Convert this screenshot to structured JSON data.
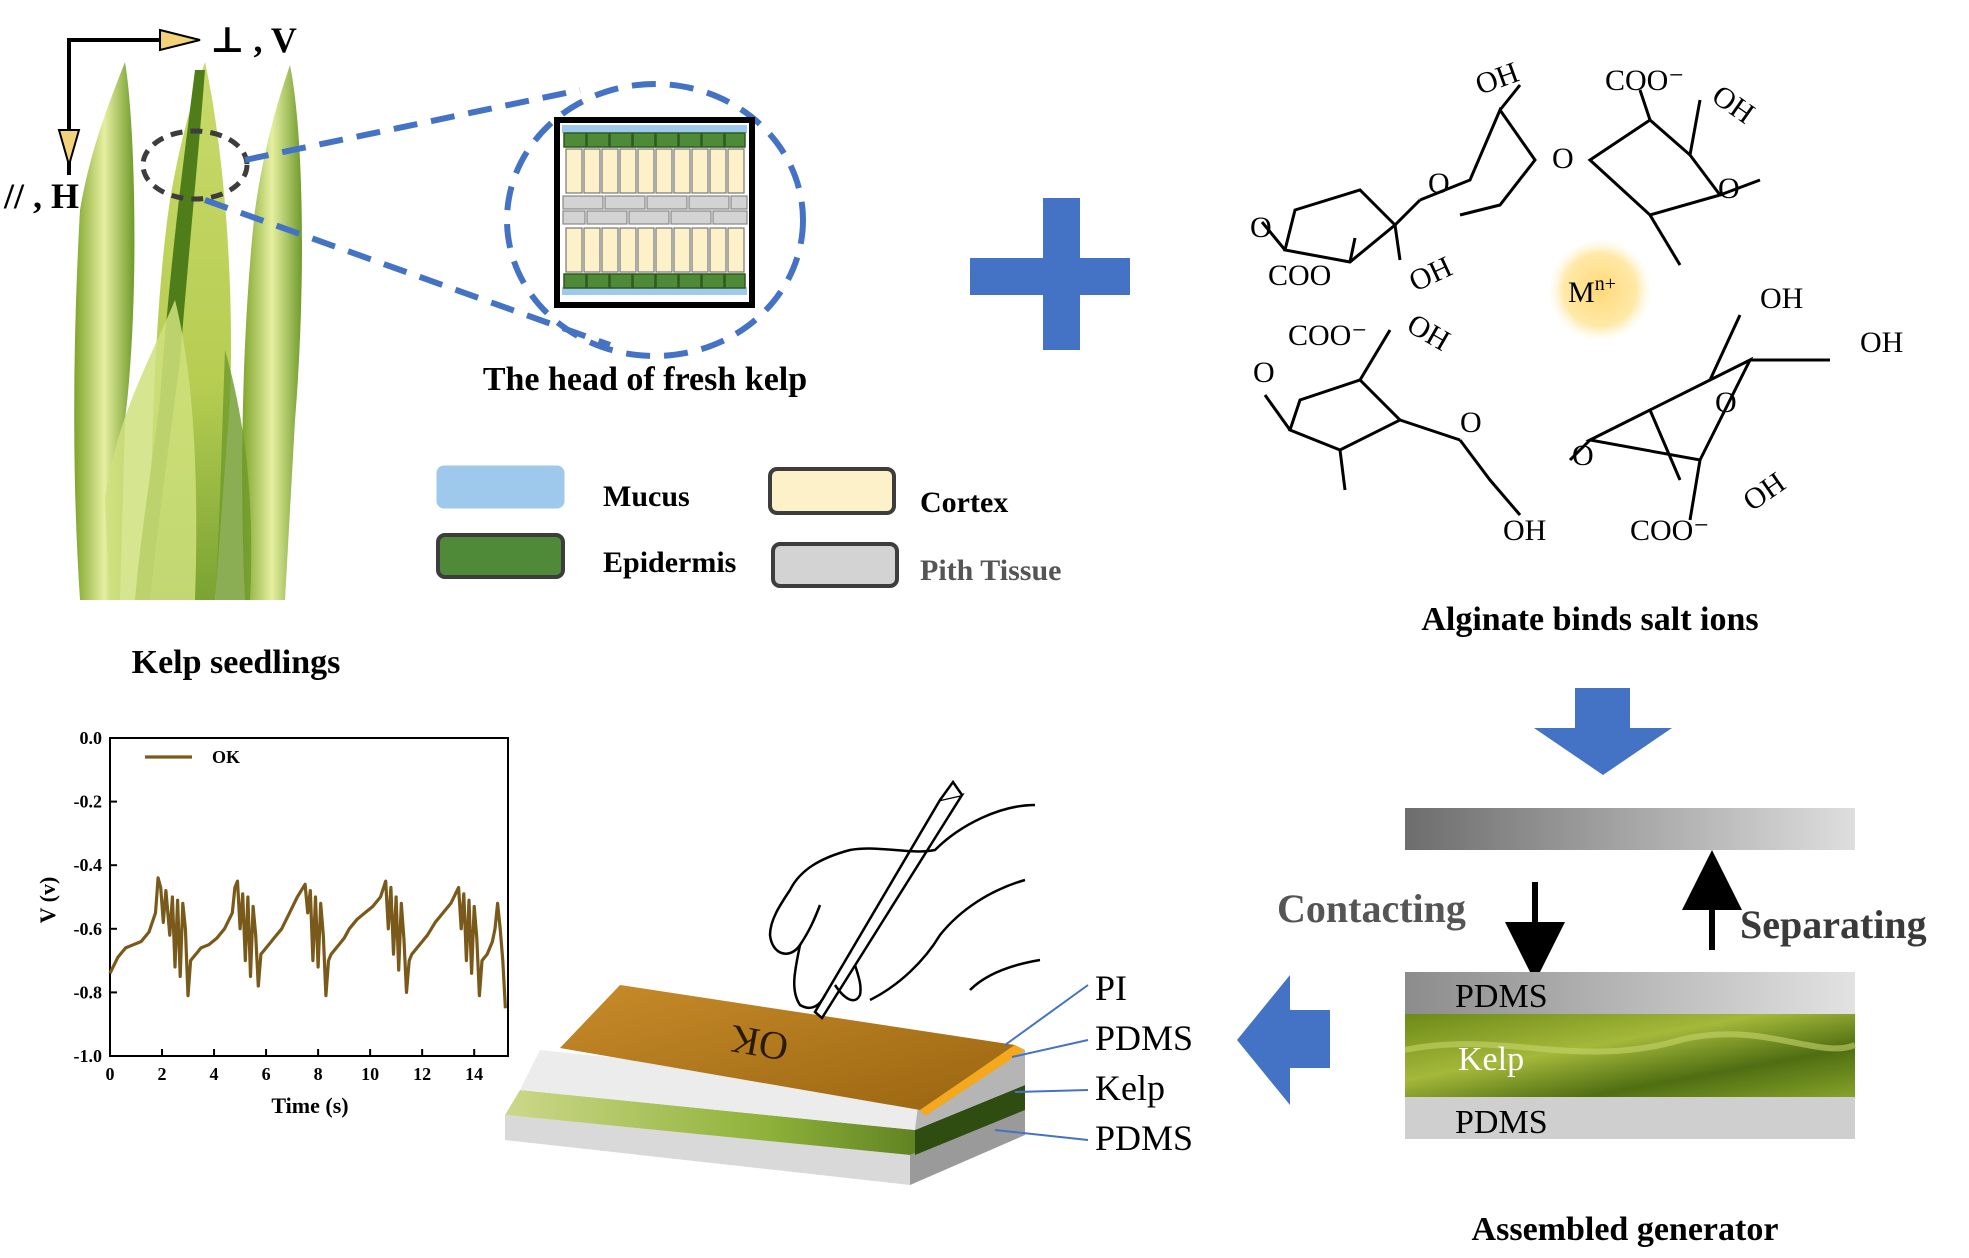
{
  "kelp_panel": {
    "caption": "Kelp seedlings",
    "axis_perpendicular": "⊥ , V",
    "axis_parallel": "// , H",
    "zoom_caption": "The head of fresh kelp"
  },
  "legend": {
    "items": [
      {
        "label": "Mucus",
        "color": "#9ec9ec"
      },
      {
        "label": "Cortex",
        "color": "#fdf1c9"
      },
      {
        "label": "Epidermis",
        "color": "#4e8a38"
      },
      {
        "label": "Pith Tissue",
        "color": "#d3d3d3"
      }
    ]
  },
  "alginate": {
    "caption": "Alginate binds salt ions",
    "ion": "M",
    "ion_charge": "n+",
    "labels": {
      "oh": "OH",
      "coo": "COO",
      "coo_minus": "COO⁻",
      "o": "O"
    }
  },
  "generator": {
    "caption": "Assembled generator",
    "contacting": "Contacting",
    "separating": "Separating",
    "layers": [
      "PDMS",
      "Kelp",
      "PDMS"
    ]
  },
  "device": {
    "written_text": "OK",
    "layer_labels": [
      "PI",
      "PDMS",
      "Kelp",
      "PDMS"
    ]
  },
  "colors": {
    "arrow_blue": "#4472c4",
    "trace": "#7a5a1a",
    "pi_film": "#b07a1a",
    "kelp_green": "#6e9a2a"
  },
  "chart_data": {
    "type": "line",
    "title": "",
    "xlabel": "Time (s)",
    "ylabel": "V (v)",
    "xlim": [
      0,
      15.3
    ],
    "ylim": [
      -1.0,
      0.0
    ],
    "x_ticks": [
      0,
      2,
      4,
      6,
      8,
      10,
      12,
      14
    ],
    "y_ticks": [
      0.0,
      -0.2,
      -0.4,
      -0.6,
      -0.8,
      -1.0
    ],
    "x_tick_labels": [
      "0",
      "2",
      "4",
      "6",
      "8",
      "10",
      "12",
      "14"
    ],
    "y_tick_labels": [
      "0.0",
      "-0.2",
      "-0.4",
      "-0.6",
      "-0.8",
      "-1.0"
    ],
    "legend_position": "top-left",
    "series": [
      {
        "name": "OK",
        "x": [
          0,
          0.3,
          0.6,
          0.9,
          1.2,
          1.5,
          1.75,
          1.85,
          1.95,
          2.05,
          2.15,
          2.3,
          2.4,
          2.5,
          2.6,
          2.7,
          2.8,
          2.9,
          3.0,
          3.1,
          3.2,
          3.3,
          3.4,
          3.5,
          3.8,
          4.1,
          4.4,
          4.7,
          4.8,
          4.9,
          5.0,
          5.1,
          5.2,
          5.3,
          5.4,
          5.5,
          5.6,
          5.7,
          5.8,
          5.9,
          6.0,
          6.1,
          6.3,
          6.6,
          6.9,
          7.2,
          7.5,
          7.6,
          7.7,
          7.8,
          7.9,
          8.0,
          8.1,
          8.2,
          8.3,
          8.4,
          8.5,
          8.6,
          8.7,
          8.8,
          8.9,
          9.0,
          9.2,
          9.5,
          9.8,
          10.1,
          10.4,
          10.6,
          10.7,
          10.8,
          10.9,
          11.0,
          11.1,
          11.2,
          11.3,
          11.4,
          11.5,
          11.6,
          11.7,
          11.8,
          11.9,
          12.0,
          12.2,
          12.5,
          12.8,
          13.1,
          13.4,
          13.5,
          13.6,
          13.7,
          13.8,
          13.9,
          14.0,
          14.1,
          14.2,
          14.3,
          14.4,
          14.5,
          14.6,
          14.7,
          14.8,
          14.9,
          15.0,
          15.1,
          15.2
        ],
        "y": [
          -0.74,
          -0.69,
          -0.66,
          -0.65,
          -0.64,
          -0.61,
          -0.55,
          -0.44,
          -0.47,
          -0.58,
          -0.48,
          -0.62,
          -0.5,
          -0.72,
          -0.51,
          -0.75,
          -0.52,
          -0.6,
          -0.81,
          -0.7,
          -0.69,
          -0.68,
          -0.67,
          -0.66,
          -0.65,
          -0.63,
          -0.6,
          -0.55,
          -0.47,
          -0.45,
          -0.6,
          -0.49,
          -0.7,
          -0.5,
          -0.75,
          -0.53,
          -0.62,
          -0.78,
          -0.68,
          -0.67,
          -0.66,
          -0.65,
          -0.63,
          -0.6,
          -0.55,
          -0.5,
          -0.46,
          -0.55,
          -0.48,
          -0.7,
          -0.5,
          -0.72,
          -0.52,
          -0.62,
          -0.81,
          -0.7,
          -0.68,
          -0.67,
          -0.66,
          -0.65,
          -0.64,
          -0.63,
          -0.6,
          -0.57,
          -0.55,
          -0.53,
          -0.5,
          -0.45,
          -0.6,
          -0.47,
          -0.68,
          -0.5,
          -0.73,
          -0.52,
          -0.63,
          -0.8,
          -0.7,
          -0.68,
          -0.67,
          -0.66,
          -0.65,
          -0.64,
          -0.62,
          -0.58,
          -0.55,
          -0.52,
          -0.47,
          -0.6,
          -0.49,
          -0.7,
          -0.51,
          -0.74,
          -0.53,
          -0.63,
          -0.81,
          -0.7,
          -0.69,
          -0.68,
          -0.66,
          -0.64,
          -0.6,
          -0.52,
          -0.6,
          -0.7,
          -0.85
        ]
      }
    ]
  }
}
